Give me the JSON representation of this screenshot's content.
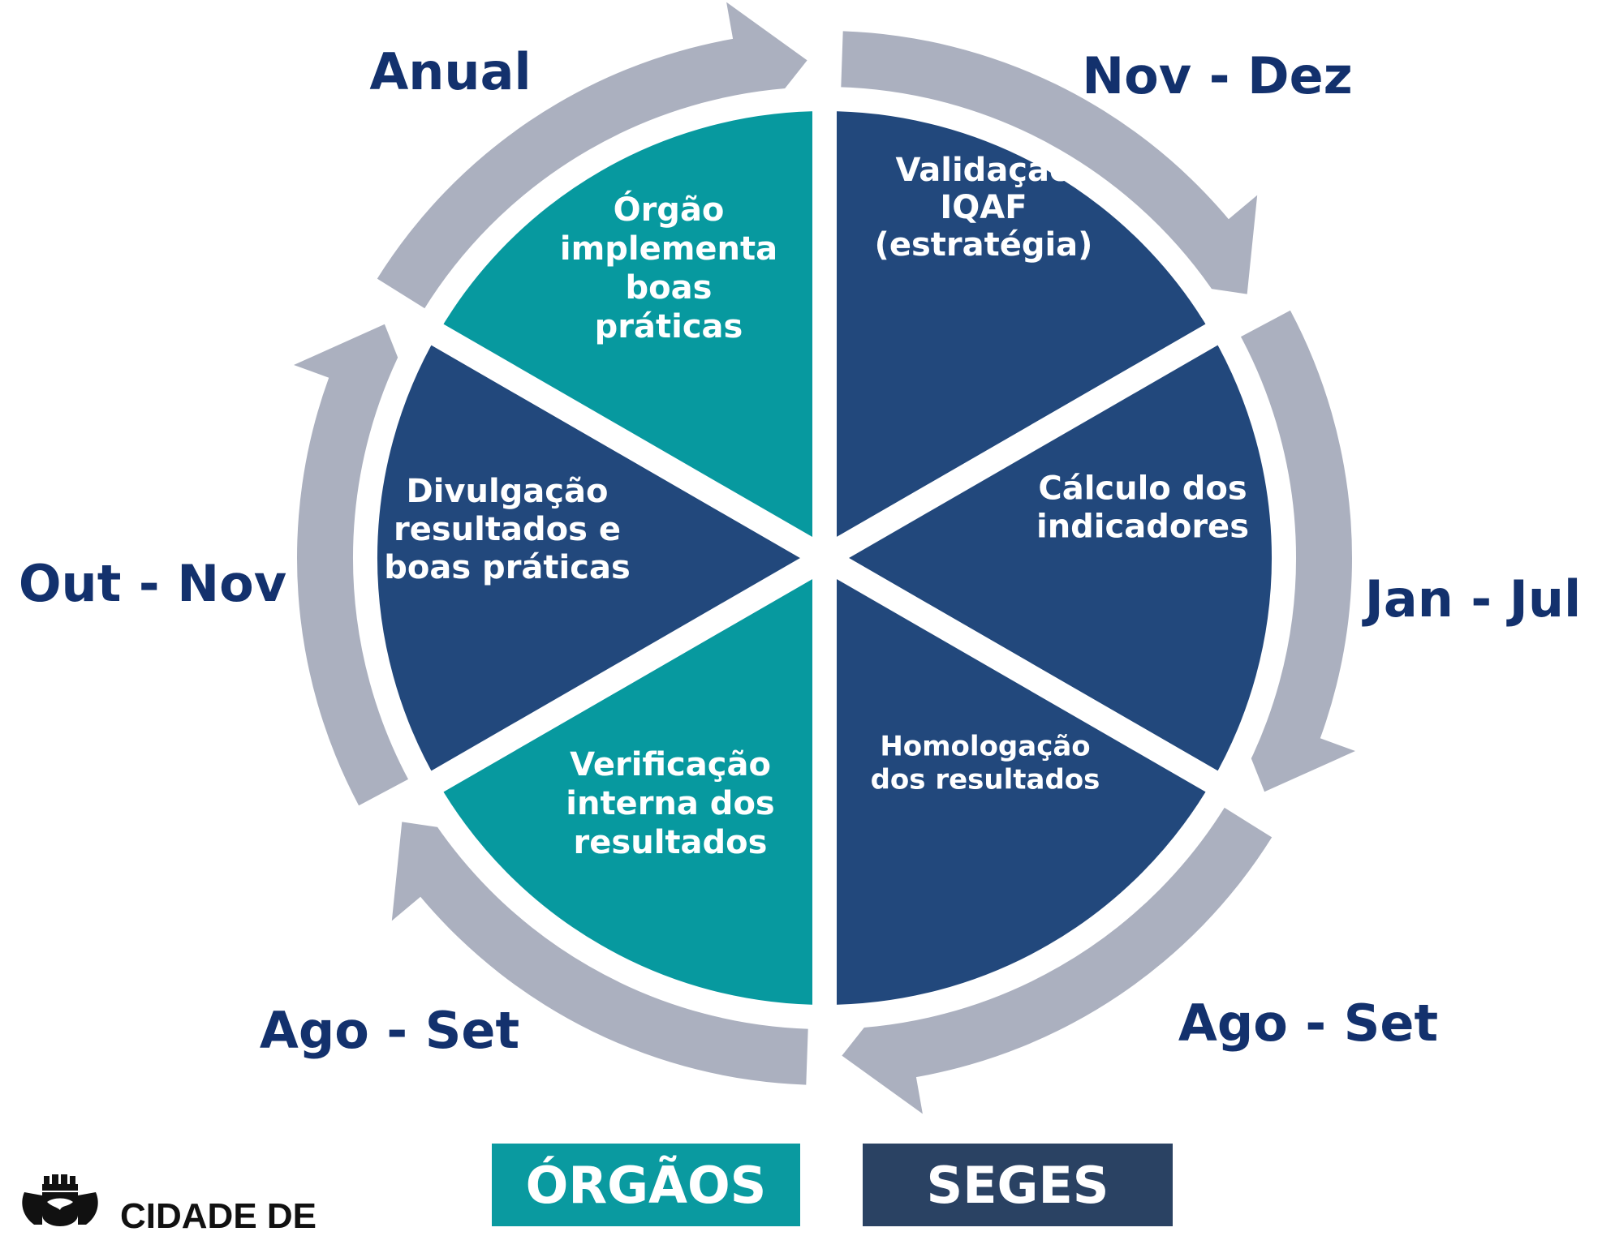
{
  "colors": {
    "seges_segment": "#22487c",
    "orgaos_segment": "#07999f",
    "arrow": "#abb0bf",
    "period_label": "#13316d",
    "legend_orgaos": "#0a9aa0",
    "legend_seges": "#2a4263",
    "segment_text": "#ffffff"
  },
  "cycle": {
    "segments": [
      {
        "owner": "SEGES",
        "lines": [
          "Validação",
          "IQAF",
          "(estratégia)"
        ]
      },
      {
        "owner": "SEGES",
        "lines": [
          "Cálculo dos",
          "indicadores"
        ]
      },
      {
        "owner": "SEGES",
        "lines": [
          "Homologação",
          "dos resultados"
        ]
      },
      {
        "owner": "ÓRGÃOS",
        "lines": [
          "Verificação",
          "interna dos",
          "resultados"
        ]
      },
      {
        "owner": "SEGES",
        "lines": [
          "Divulgação",
          "resultados e",
          "boas práticas"
        ]
      },
      {
        "owner": "ÓRGÃOS",
        "lines": [
          "Órgão",
          "implementa",
          "boas",
          "práticas"
        ]
      }
    ],
    "periods": [
      "Nov - Dez",
      "Jan - Jul",
      "Ago - Set",
      "Ago - Set",
      "Out - Nov",
      "Anual"
    ]
  },
  "legend": {
    "orgaos": "ÓRGÃOS",
    "seges": "SEGES"
  },
  "footer": {
    "logo_icon": "city-coat-of-arms-icon",
    "city_name": "CIDADE DE"
  }
}
